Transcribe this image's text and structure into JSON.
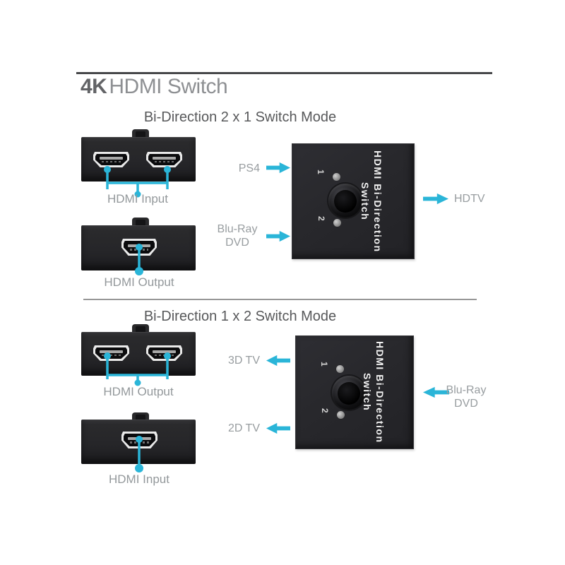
{
  "title": {
    "bold": "4K",
    "rest": "HDMI Switch"
  },
  "colors": {
    "accent": "#2ab5d8"
  },
  "switch_device": {
    "brand_line1": "HDMI Bi-Direction",
    "brand_line2": "Switch",
    "port1": "1",
    "port2": "2"
  },
  "sections": [
    {
      "heading": "Bi-Direction 2 x 1 Switch Mode",
      "dual_port_label": "HDMI Input",
      "single_port_label": "HDMI Output",
      "left_labels": [
        {
          "line1": "PS4",
          "line2": "",
          "arrow": "right"
        },
        {
          "line1": "Blu-Ray",
          "line2": "DVD",
          "arrow": "right"
        }
      ],
      "right_label": {
        "line1": "HDTV",
        "line2": "",
        "arrow": "right"
      }
    },
    {
      "heading": "Bi-Direction 1 x 2 Switch Mode",
      "dual_port_label": "HDMI Output",
      "single_port_label": "HDMI Input",
      "left_labels": [
        {
          "line1": "3D TV",
          "line2": "",
          "arrow": "left"
        },
        {
          "line1": "2D TV",
          "line2": "",
          "arrow": "left"
        }
      ],
      "right_label": {
        "line1": "Blu-Ray",
        "line2": "DVD",
        "arrow": "left"
      }
    }
  ]
}
